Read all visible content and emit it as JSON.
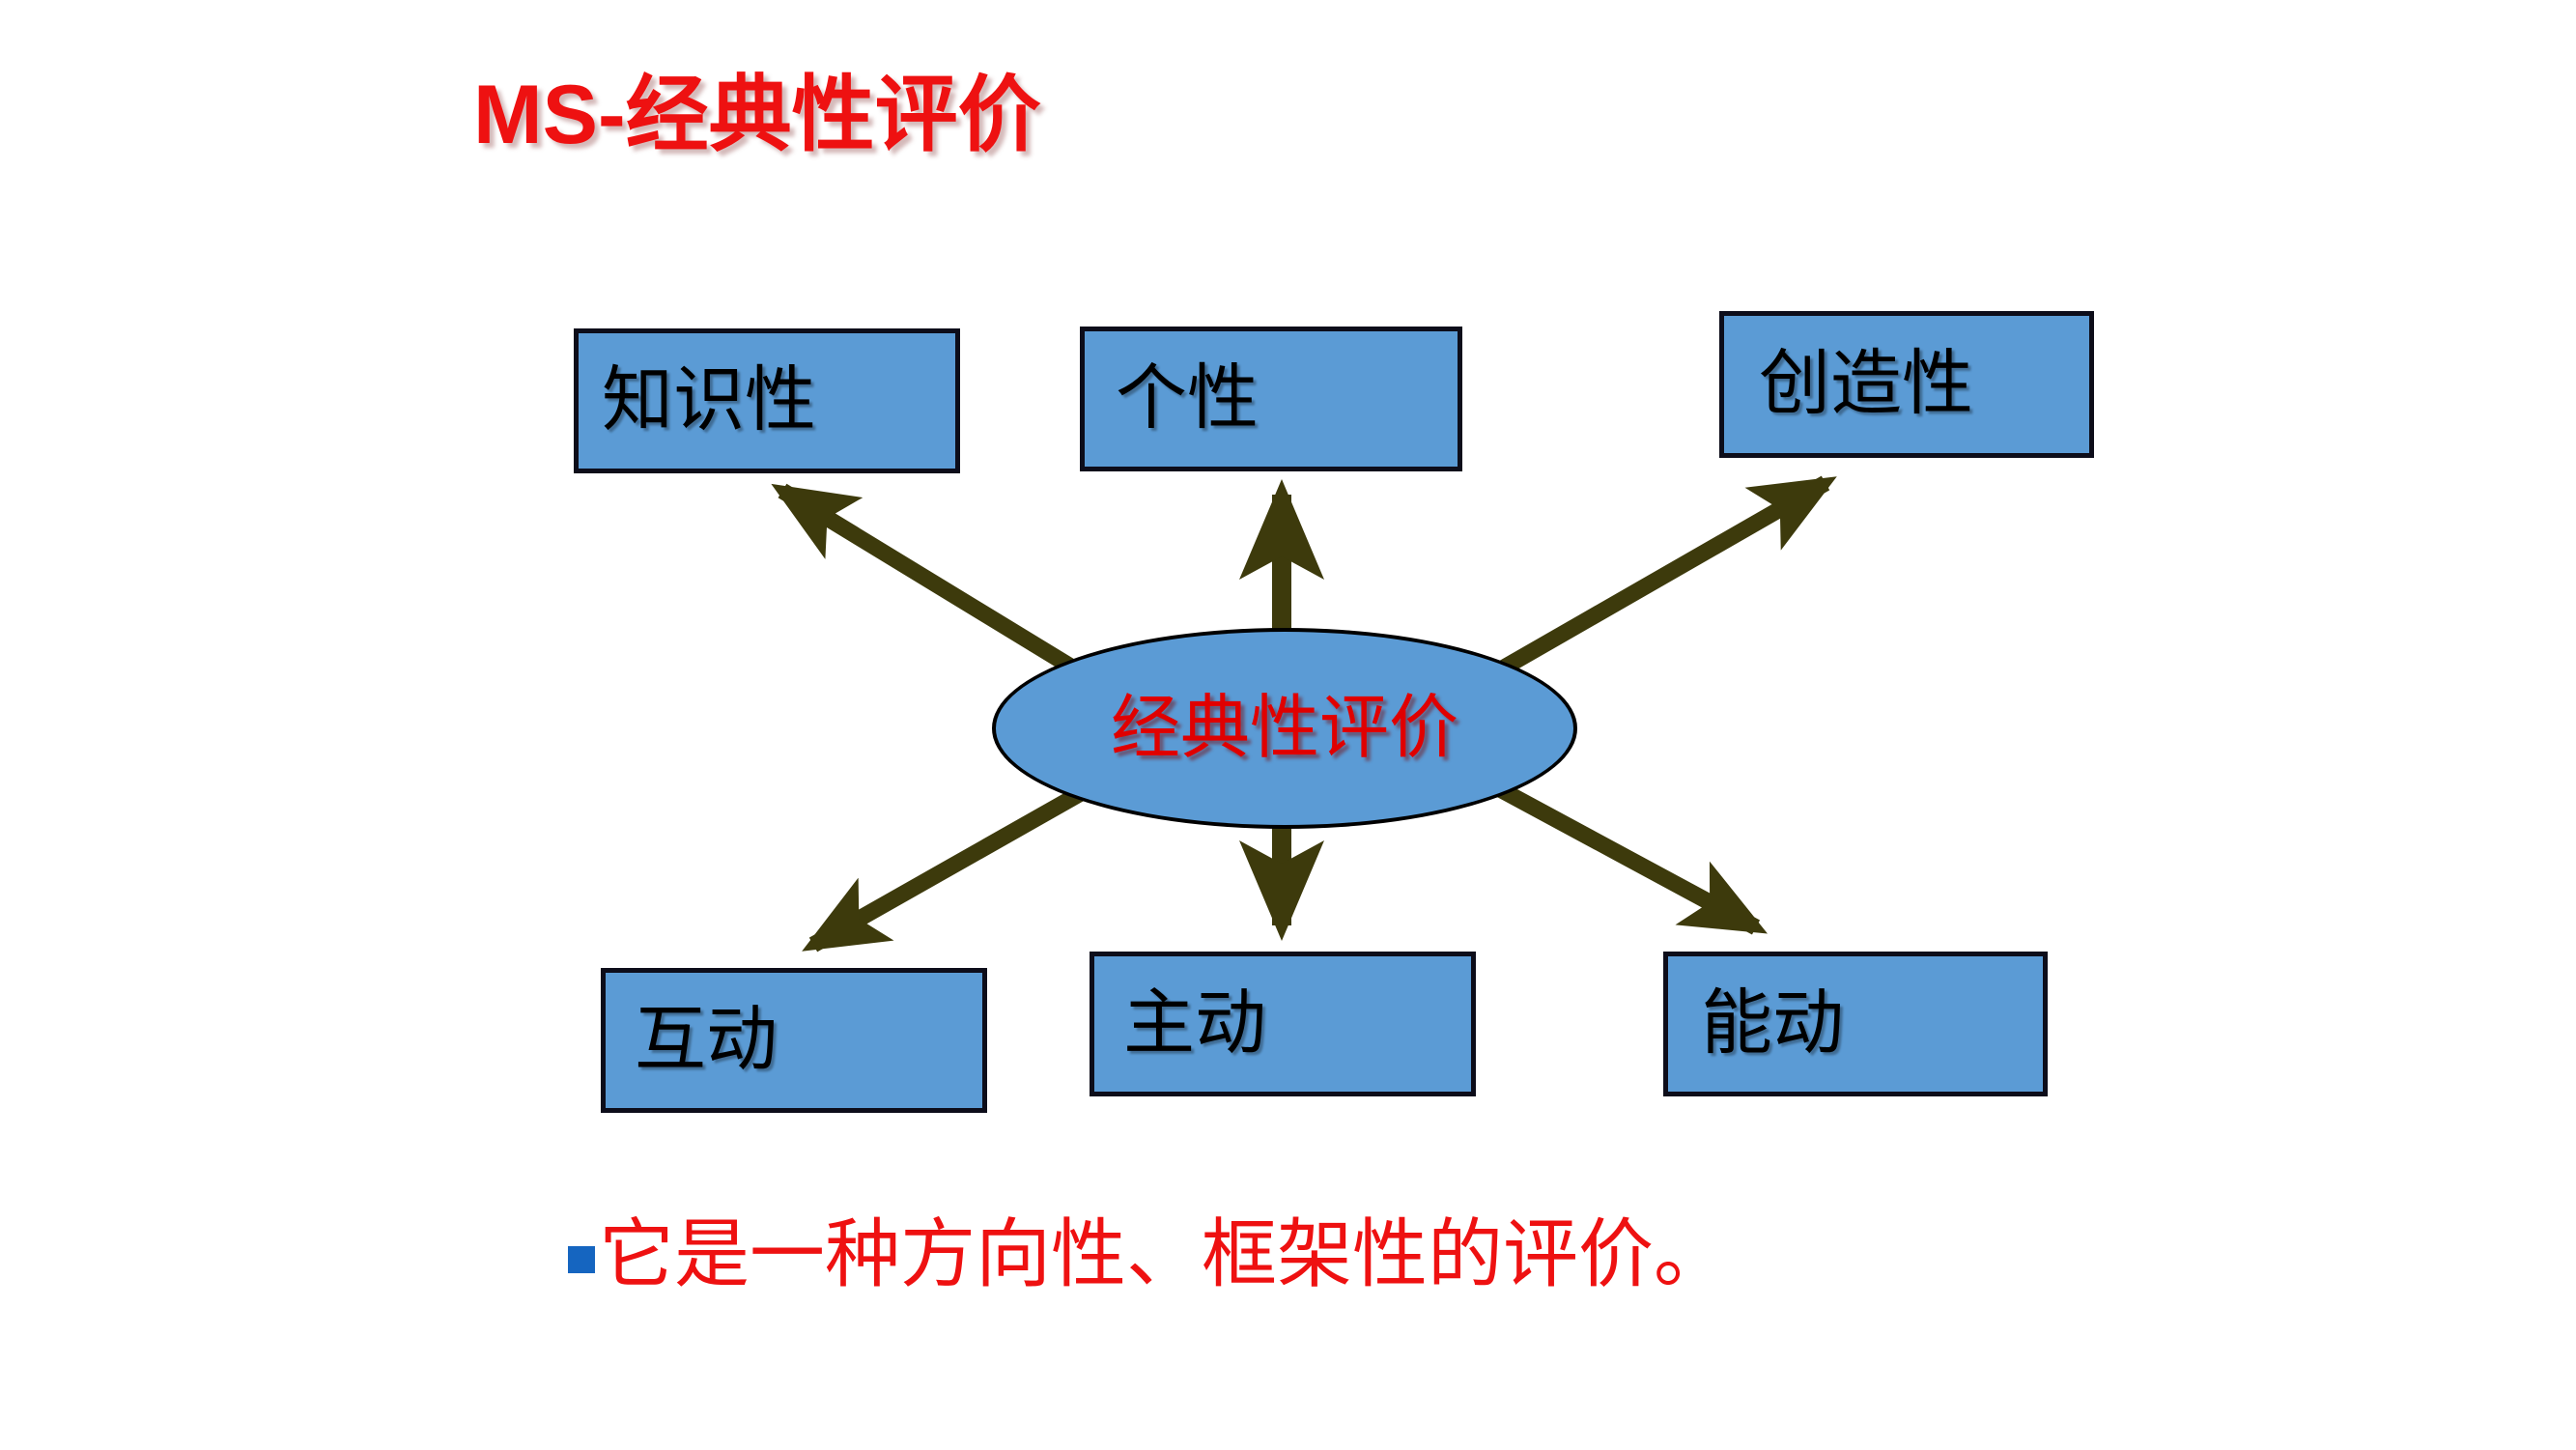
{
  "slide": {
    "title": "MS-经典性评价",
    "background_color": "#FFFFFF",
    "title_color": "#EE1111"
  },
  "diagram": {
    "type": "radial-hub-and-spoke",
    "accent_box_fill": "#5B9BD5",
    "box_border_color": "#0D0D1A",
    "arrow_color": "#3D3A0C",
    "center": {
      "label": "经典性评价",
      "shape": "ellipse",
      "fill": "#5B9BD5",
      "border_color": "#000000",
      "text_color": "#E00000"
    },
    "nodes": [
      {
        "id": "zhishixing",
        "label": "知识性",
        "position": "top-left",
        "text_color": "#000000"
      },
      {
        "id": "gexing",
        "label": "个性",
        "position": "top-center",
        "text_color": "#000000"
      },
      {
        "id": "chuangzao",
        "label": "创造性",
        "position": "top-right",
        "text_color": "#000000"
      },
      {
        "id": "hudong",
        "label": "互动",
        "position": "bottom-left",
        "text_color": "#000000"
      },
      {
        "id": "zhudong",
        "label": "主动",
        "position": "bottom-center",
        "text_color": "#000000"
      },
      {
        "id": "nengdong",
        "label": "能动",
        "position": "bottom-right",
        "text_color": "#000000"
      }
    ],
    "connectors": [
      {
        "from": "经典性评价",
        "to": "知识性",
        "direction": "up-left",
        "arrowhead": "end"
      },
      {
        "from": "经典性评价",
        "to": "个性",
        "direction": "up",
        "arrowhead": "end"
      },
      {
        "from": "经典性评价",
        "to": "创造性",
        "direction": "up-right",
        "arrowhead": "end"
      },
      {
        "from": "经典性评价",
        "to": "互动",
        "direction": "down-left",
        "arrowhead": "end"
      },
      {
        "from": "经典性评价",
        "to": "主动",
        "direction": "down",
        "arrowhead": "end"
      },
      {
        "from": "经典性评价",
        "to": "能动",
        "direction": "down-right",
        "arrowhead": "end"
      }
    ]
  },
  "footer": {
    "bullet_marker": "square-bullet",
    "bullet_color": "#1565C0",
    "text": "它是一种方向性、框架性的评价。",
    "text_color": "#EE1111"
  }
}
